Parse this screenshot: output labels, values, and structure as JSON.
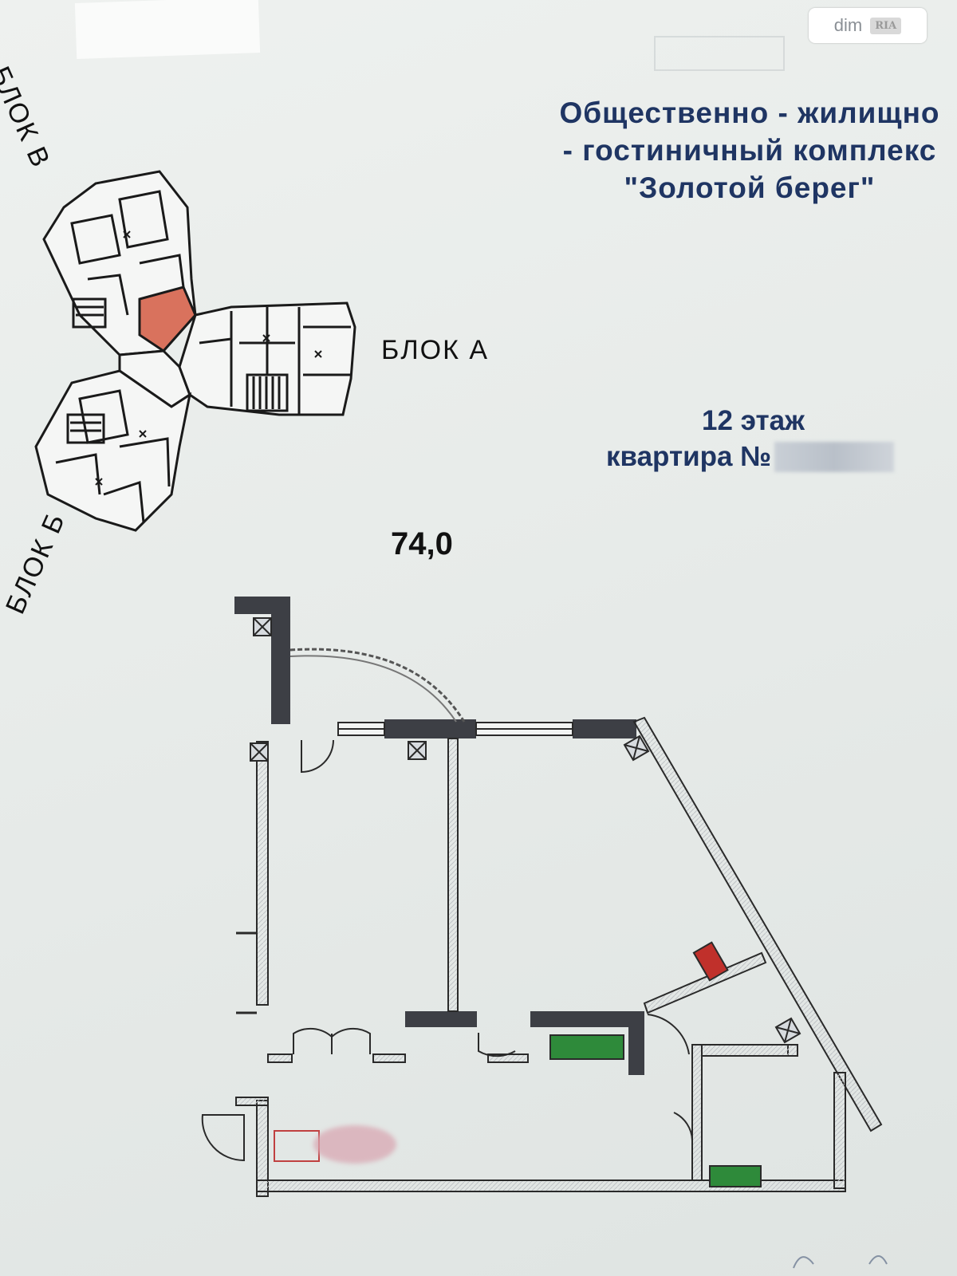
{
  "document": {
    "title_lines": [
      "Общественно - жилищно",
      "- гостиничный  комплекс",
      "\"Золотой  берег\""
    ],
    "floor": "12 этаж",
    "apartment_label": "квартира №",
    "area": "74,0"
  },
  "key_plan": {
    "block_a": "БЛОК  А",
    "block_v": "БЛОК  В",
    "block_b": "БЛОК  Б",
    "highlight_color": "#d9725d"
  },
  "watermark": {
    "site": "dim",
    "brand": "RIA"
  },
  "colors": {
    "title": "#1f3563",
    "wall": "#3d3f45",
    "shaft_red": "#c0302b",
    "fixture_green": "#2e8a3a"
  }
}
